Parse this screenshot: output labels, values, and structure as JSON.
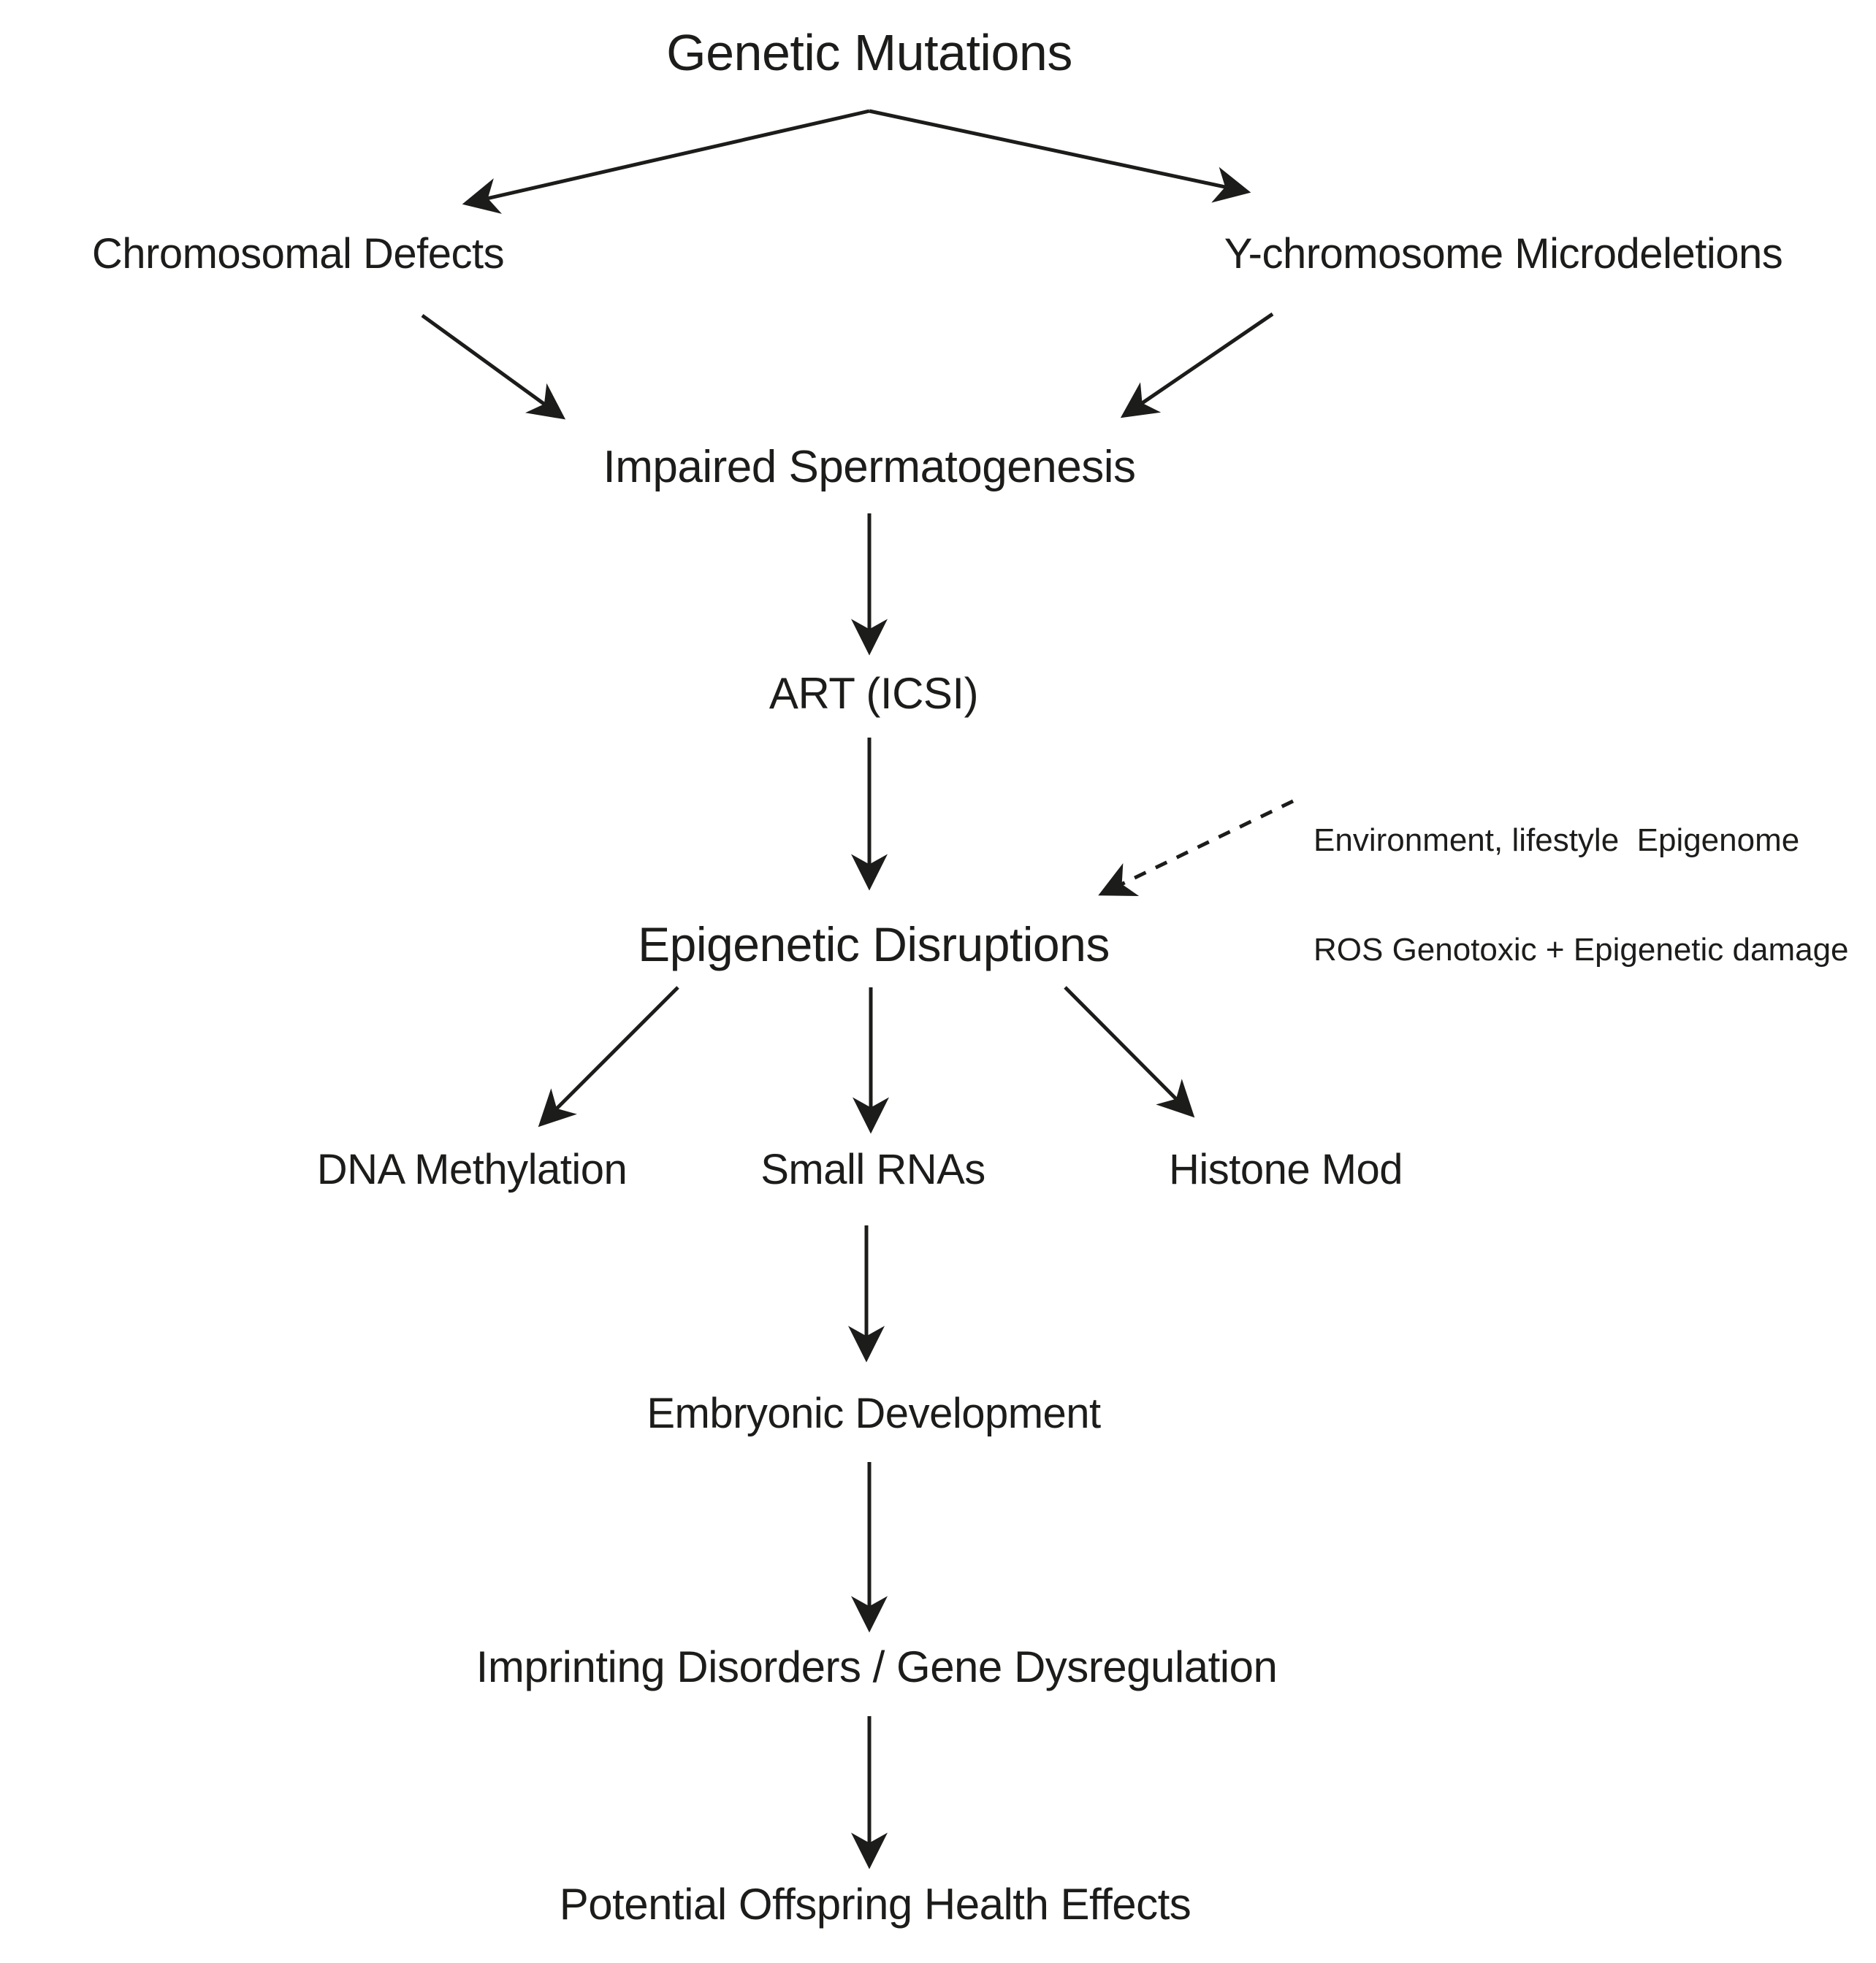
{
  "diagram": {
    "nodes": {
      "genetic_mutations": {
        "label": "Genetic Mutations"
      },
      "chromosomal_defects": {
        "label": "Chromosomal Defects"
      },
      "y_chromosome_microdeletions": {
        "label": "Y-chromosome Microdeletions"
      },
      "impaired_spermatogenesis": {
        "label": "Impaired Spermatogenesis"
      },
      "art_icsi": {
        "label": "ART (ICSI)"
      },
      "epigenetic_disruptions": {
        "label": "Epigenetic Disruptions"
      },
      "dna_methylation": {
        "label": "DNA Methylation"
      },
      "small_rnas": {
        "label": "Small RNAs"
      },
      "histone_mod": {
        "label": "Histone Mod"
      },
      "embryonic_development": {
        "label": "Embryonic Development"
      },
      "imprinting_disorders": {
        "label": "Imprinting Disorders / Gene Dysregulation"
      },
      "potential_offspring": {
        "label": "Potential Offspring Health Effects"
      }
    },
    "annotation": {
      "line1": "Environment, lifestyle  Epigenome",
      "line2": "ROS Genotoxic + Epigenetic damage"
    },
    "colors": {
      "ink": "#1c1c1a",
      "background": "#ffffff"
    }
  }
}
